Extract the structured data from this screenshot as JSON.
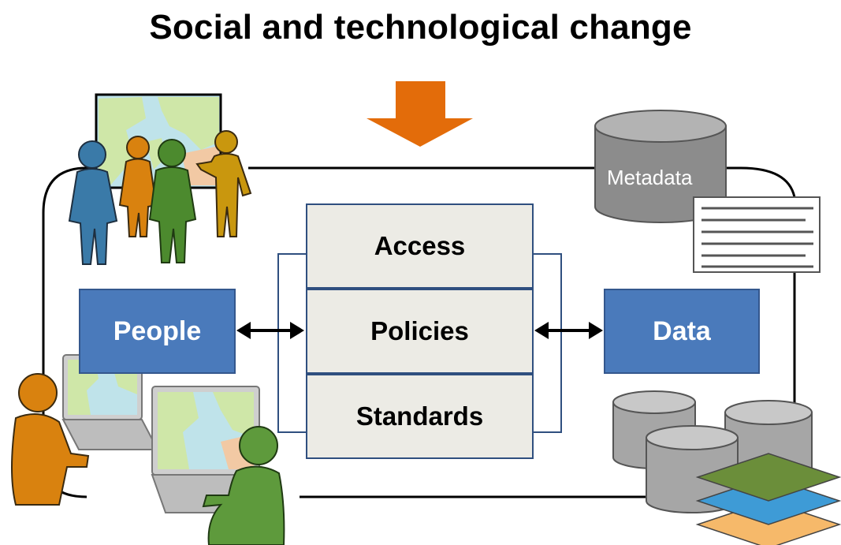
{
  "title": "Social and technological change",
  "boxes": {
    "people": "People",
    "data": "Data"
  },
  "stack": [
    "Access",
    "Policies",
    "Standards"
  ],
  "metadata_label": "Metadata",
  "colors": {
    "blue_box": "#4a7abb",
    "stack_fill": "#ecebe5",
    "orange_arrow": "#e36c0a",
    "figure_blue": "#3a7aa8",
    "figure_orange": "#d9820f",
    "figure_green": "#4c8a2e",
    "figure_gold": "#c9970e",
    "cylinder_gray": "#a6a6a6",
    "layer_green": "#6b8e3a",
    "layer_blue": "#3e9bd6",
    "layer_orange": "#f6b96a"
  },
  "icons": [
    "down-arrow-icon",
    "people-group-icon",
    "wall-map-icon",
    "metadata-database-icon",
    "document-icon",
    "laptop-icon",
    "person-at-computer-icon",
    "database-cylinders-icon",
    "map-layers-icon",
    "double-arrow-icon"
  ]
}
